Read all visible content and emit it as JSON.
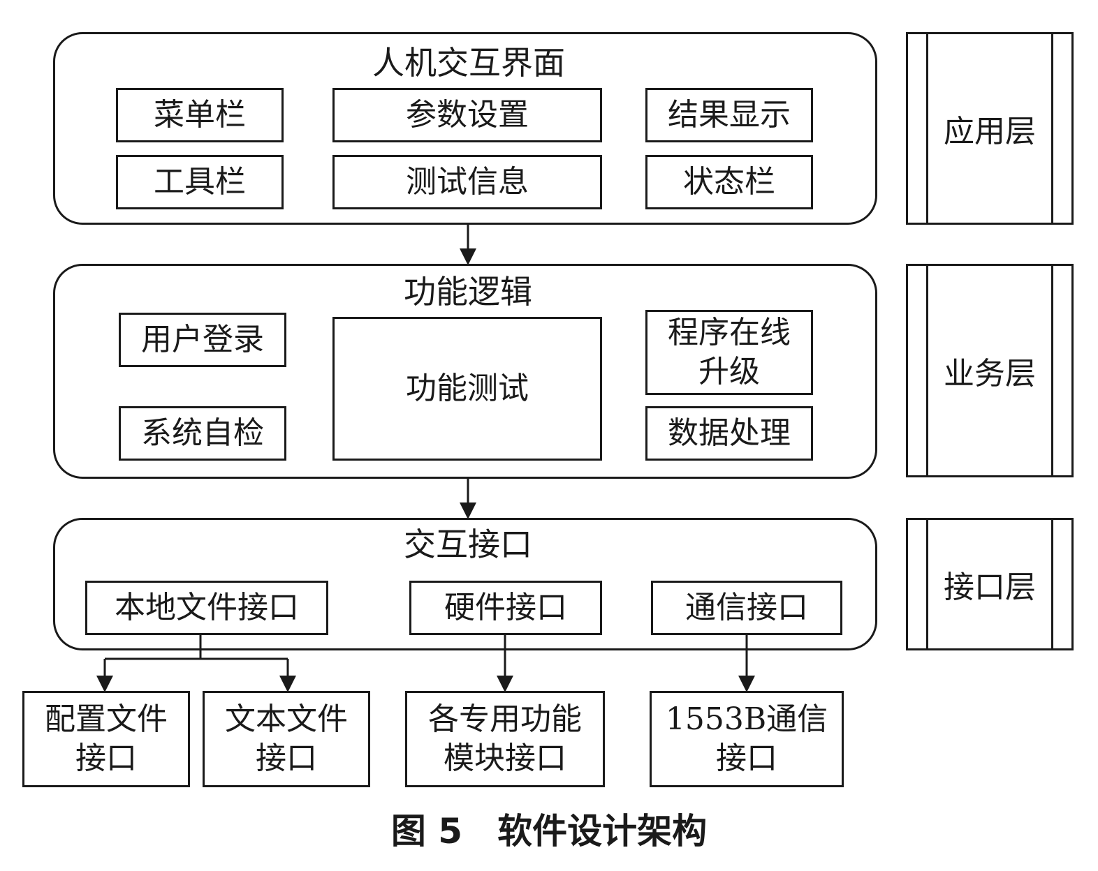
{
  "app_layer": {
    "title": "人机交互界面",
    "items": [
      "菜单栏",
      "参数设置",
      "结果显示",
      "工具栏",
      "测试信息",
      "状态栏"
    ],
    "layer_label": "应用层"
  },
  "business_layer": {
    "title": "功能逻辑",
    "user_login": "用户登录",
    "self_check": "系统自检",
    "func_test": "功能测试",
    "online_upgrade": [
      "程序在线",
      "升级"
    ],
    "data_proc": "数据处理",
    "layer_label": "业务层"
  },
  "interface_layer": {
    "title": "交互接口",
    "local_file": "本地文件接口",
    "hardware": "硬件接口",
    "comm": "通信接口",
    "layer_label": "接口层"
  },
  "sub_interfaces": {
    "config_file": [
      "配置文件",
      "接口"
    ],
    "text_file": [
      "文本文件",
      "接口"
    ],
    "module": [
      "各专用功能",
      "模块接口"
    ],
    "bus_1553b": [
      "1553B通信",
      "接口"
    ]
  },
  "caption": "图 5　软件设计架构"
}
